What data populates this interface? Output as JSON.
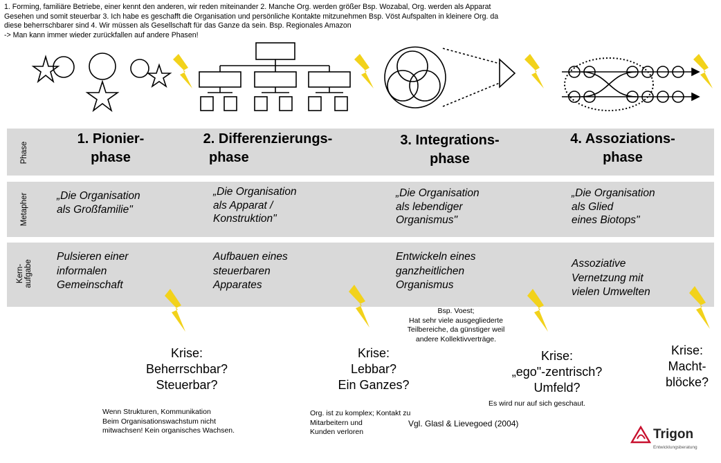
{
  "header": {
    "partial_title": "",
    "notes": [
      "1.   Forming, familiäre Betriebe, einer kennt den anderen, wir reden miteinander 2. Manche Org. werden größer Bsp. Wozabal, Org. werden als Apparat",
      "Gesehen und somit steuerbar 3. Ich habe es geschafft die Organisation und persönliche Kontakte mitzunehmen Bsp. Vöst Aufspalten in kleinere Org. da",
      "diese beherrschbarer sind 4. Wir müssen als Gesellschaft für das Ganze da sein. Bsp. Regionales Amazon",
      "-> Man kann immer wieder zurückfallen auf andere Phasen!"
    ]
  },
  "row_labels": {
    "phase": "Phase",
    "metapher": "Metapher",
    "kern": "Kern-\naufgabe"
  },
  "phases": [
    {
      "title_line1": "1. Pionier-",
      "title_line2": "phase",
      "metapher": [
        "„Die Organisation",
        "als Großfamilie\""
      ],
      "kern": [
        "Pulsieren einer",
        "informalen",
        "Gemeinschaft"
      ]
    },
    {
      "title_line1": "2. Differenzierungs-",
      "title_line2": "phase",
      "metapher": [
        "„Die Organisation",
        "als Apparat /",
        "Konstruktion\""
      ],
      "kern": [
        "Aufbauen eines",
        "steuerbaren",
        "Apparates"
      ]
    },
    {
      "title_line1": "3. Integrations-",
      "title_line2": "phase",
      "metapher": [
        "„Die Organisation",
        "als lebendiger",
        "Organismus\""
      ],
      "kern": [
        "Entwickeln eines",
        "ganzheitlichen",
        "Organismus"
      ]
    },
    {
      "title_line1": "4. Assoziations-",
      "title_line2": "phase",
      "metapher": [
        "„Die Organisation",
        "als Glied",
        "eines Biotops\""
      ],
      "kern": [
        "Assoziative",
        "Vernetzung mit",
        "vielen Umwelten"
      ]
    }
  ],
  "crises": [
    {
      "lines": [
        "Krise:",
        "Beherrschbar?",
        "Steuerbar?"
      ]
    },
    {
      "lines": [
        "Krise:",
        "Lebbar?",
        "Ein Ganzes?"
      ]
    },
    {
      "lines": [
        "Krise:",
        "„ego\"-zentrisch?",
        "Umfeld?"
      ]
    },
    {
      "lines": [
        "Krise:",
        "Macht-",
        "blöcke?"
      ]
    }
  ],
  "notes_bottom": {
    "crisis1": [
      "Wenn Strukturen, Kommunikation",
      "Beim Organisationswachstum nicht",
      "mitwachsen! Kein organisches Wachsen."
    ],
    "crisis2": [
      "Org. ist zu komplex; Kontakt zu",
      "Mitarbeitern und",
      "Kunden verloren"
    ],
    "voest": [
      "Bsp. Voest;",
      "Hat sehr viele ausgegliederte",
      "Teilbereiche, da günstiger weil",
      "andere Kollektivverträge."
    ],
    "crisis3": "Es wird nur auf sich geschaut.",
    "citation": "Vgl. Glasl & Lievegoed  (2004)"
  },
  "logo": {
    "name": "Trigon",
    "subtitle": "Entwicklungsberatung",
    "color": "#c8102e"
  },
  "colors": {
    "band": "#d9d9d9",
    "bolt": "#f2d21b"
  }
}
